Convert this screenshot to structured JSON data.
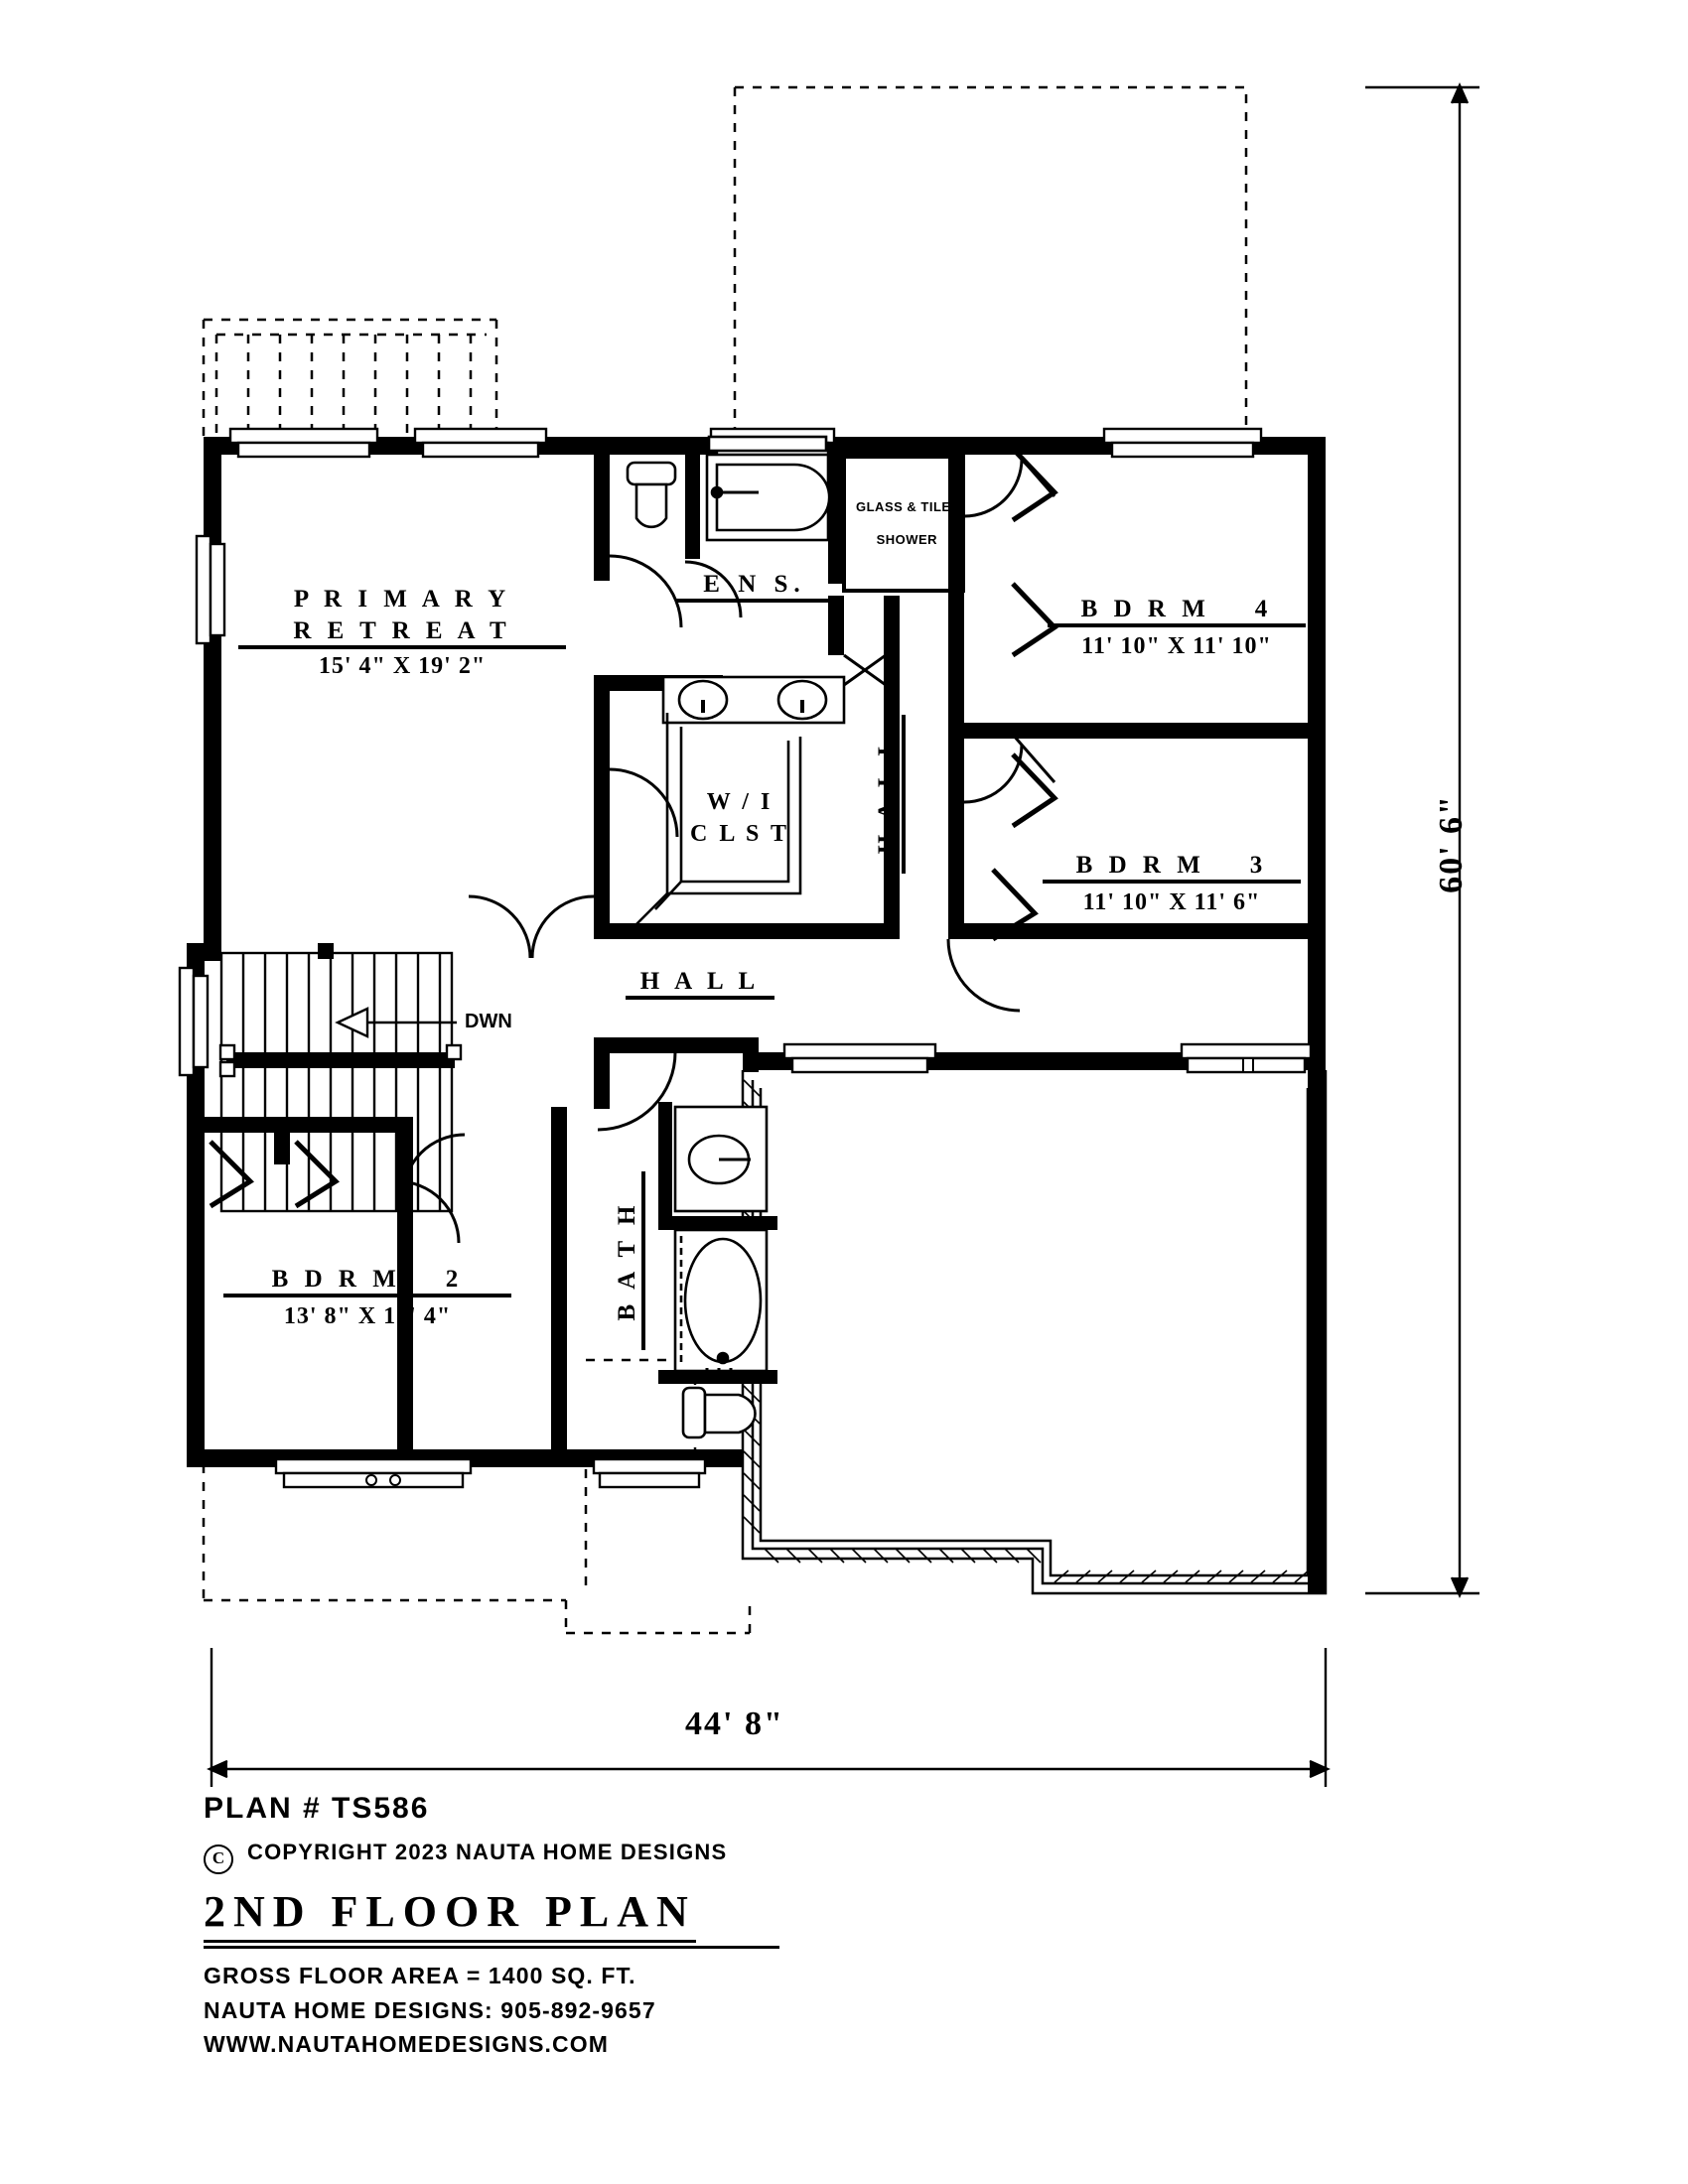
{
  "sheet": {
    "type": "architectural-floor-plan"
  },
  "rooms": [
    {
      "key": "primary",
      "name": "PRIMARY",
      "name2": "RETREAT",
      "dim": "15' 4\" X 19' 2\""
    },
    {
      "key": "ens",
      "name": "E N S.",
      "dim": ""
    },
    {
      "key": "wic",
      "name": "W / I",
      "name2": "C L S T",
      "dim": ""
    },
    {
      "key": "bdrm4",
      "name": "BDRM  4",
      "dim": "11' 10\" X 11' 10\""
    },
    {
      "key": "bdrm3",
      "name": "BDRM  3",
      "dim": "11' 10\" X 11' 6\""
    },
    {
      "key": "bdrm2",
      "name": "BDRM  2",
      "dim": "13' 8\" X 10' 4\""
    },
    {
      "key": "bath",
      "name": "BATH",
      "dim": ""
    },
    {
      "key": "hall1",
      "name": "HALL",
      "dim": ""
    },
    {
      "key": "hall2",
      "name": "HALL",
      "dim": ""
    }
  ],
  "labels": {
    "primary_line1": "P R I M A R Y",
    "primary_line2": "R E T R E A T",
    "primary_dim": "15' 4\" X 19' 2\"",
    "ens": "E N S.",
    "wic_line1": "W / I",
    "wic_line2": "C L S T",
    "bdrm4": "B D R M    4",
    "bdrm4_dim": "11' 10\" X 11' 10\"",
    "bdrm3": "B D R M    3",
    "bdrm3_dim": "11' 10\" X 11' 6\"",
    "bdrm2": "B D R M    2",
    "bdrm2_dim": "13' 8\" X 10' 4\"",
    "bath": "B A T H",
    "hall_center": "H A L L",
    "hall_vert": "H A L L",
    "shower_line1": "GLASS & TILE",
    "shower_line2": "SHOWER",
    "stairs_dwn": "DWN"
  },
  "dimensions": {
    "overall_height": "60' 6\"",
    "overall_width": "44' 8\""
  },
  "titleblock": {
    "plan_number": "PLAN # TS586",
    "copyright_symbol": "C",
    "copyright": "COPYRIGHT 2023 NAUTA HOME DESIGNS",
    "plan_title": "2ND  FLOOR  PLAN",
    "gross_area": "GROSS  FLOOR AREA  =   1400   SQ. FT.",
    "company_phone": "NAUTA HOME DESIGNS:  905-892-9657",
    "website": "WWW.NAUTAHOMEDESIGNS.COM"
  },
  "colors": {
    "ink": "#000000",
    "paper": "#ffffff"
  }
}
